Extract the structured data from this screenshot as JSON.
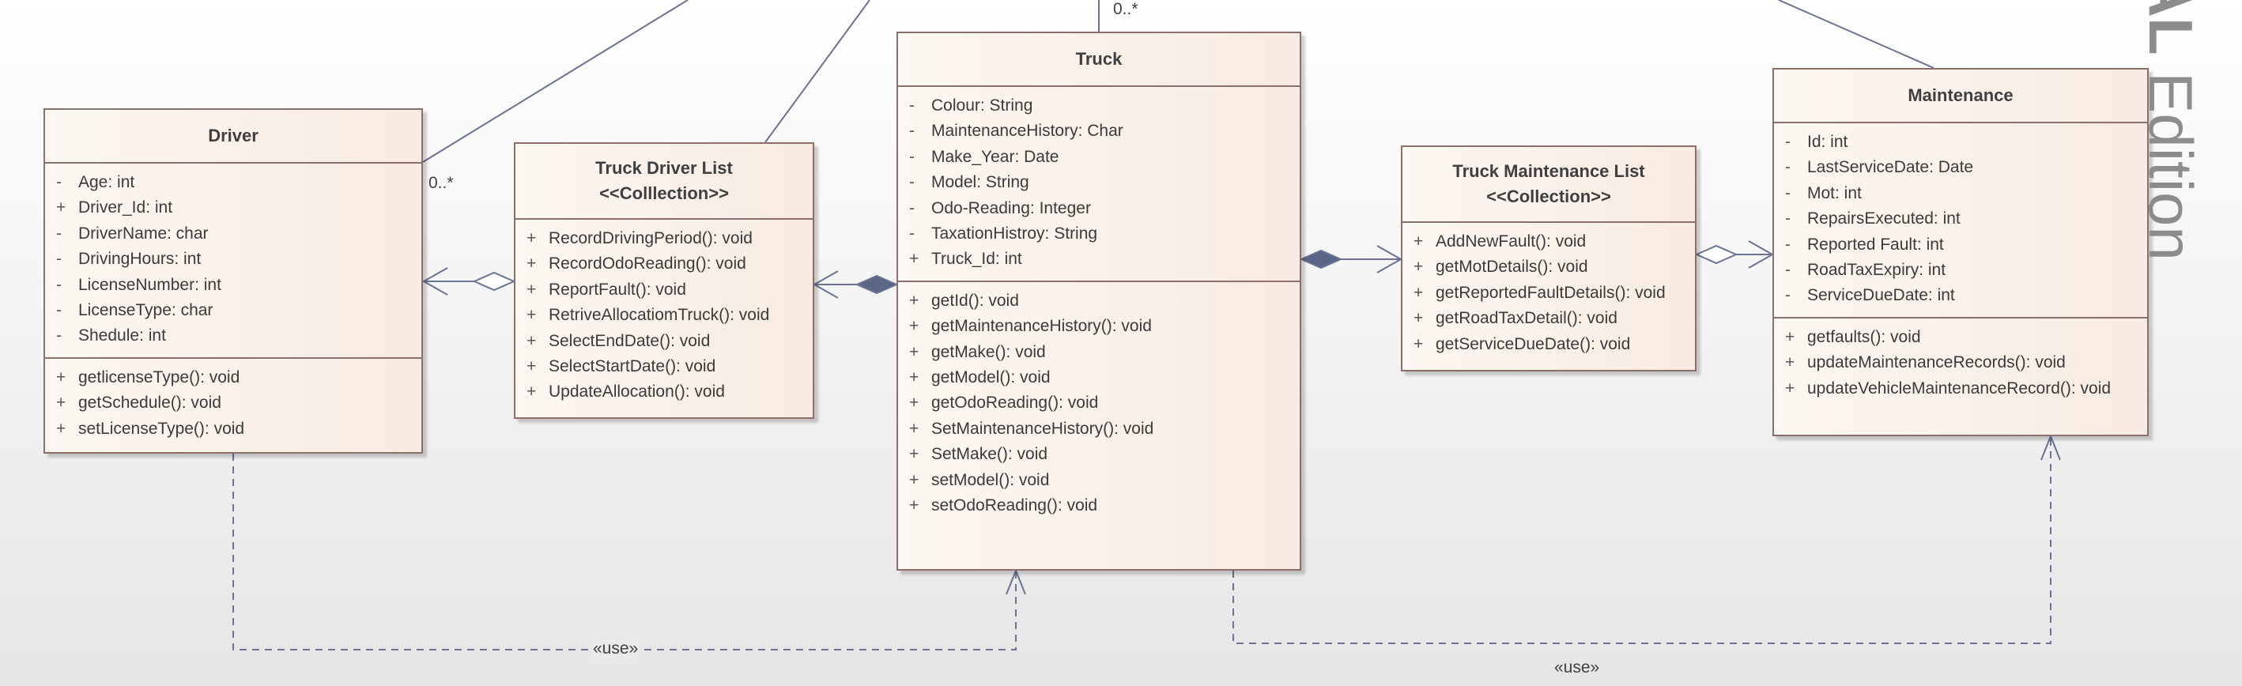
{
  "classes": {
    "driver": {
      "name": "Driver",
      "attributes": [
        {
          "v": "-",
          "t": "Age: int"
        },
        {
          "v": "+",
          "t": "Driver_Id: int"
        },
        {
          "v": "-",
          "t": "DriverName: char"
        },
        {
          "v": "-",
          "t": "DrivingHours: int"
        },
        {
          "v": "-",
          "t": "LicenseNumber: int"
        },
        {
          "v": "-",
          "t": "LicenseType: char"
        },
        {
          "v": "-",
          "t": "Shedule: int"
        }
      ],
      "operations": [
        {
          "v": "+",
          "t": "getlicenseType(): void"
        },
        {
          "v": "+",
          "t": "getSchedule(): void"
        },
        {
          "v": "+",
          "t": "setLicenseType(): void"
        }
      ]
    },
    "truck_driver_list": {
      "name": "Truck Driver List",
      "stereotype": "<<Colllection>>",
      "operations": [
        {
          "v": "+",
          "t": "RecordDrivingPeriod(): void"
        },
        {
          "v": "+",
          "t": "RecordOdoReading(): void"
        },
        {
          "v": "+",
          "t": "ReportFault(): void"
        },
        {
          "v": "+",
          "t": "RetriveAllocatiomTruck(): void"
        },
        {
          "v": "+",
          "t": "SelectEndDate(): void"
        },
        {
          "v": "+",
          "t": "SelectStartDate(): void"
        },
        {
          "v": "+",
          "t": "UpdateAllocation(): void"
        }
      ]
    },
    "truck": {
      "name": "Truck",
      "attributes": [
        {
          "v": "-",
          "t": "Colour: String"
        },
        {
          "v": "-",
          "t": "MaintenanceHistory: Char"
        },
        {
          "v": "-",
          "t": "Make_Year: Date"
        },
        {
          "v": "-",
          "t": "Model: String"
        },
        {
          "v": "-",
          "t": "Odo-Reading: Integer"
        },
        {
          "v": "-",
          "t": "TaxationHistroy: String"
        },
        {
          "v": "+",
          "t": "Truck_Id: int"
        }
      ],
      "operations": [
        {
          "v": "+",
          "t": "getId(): void"
        },
        {
          "v": "+",
          "t": "getMaintenanceHistory(): void"
        },
        {
          "v": "+",
          "t": "getMake(): void"
        },
        {
          "v": "+",
          "t": "getModel(): void"
        },
        {
          "v": "+",
          "t": "getOdoReading(): void"
        },
        {
          "v": "+",
          "t": "SetMaintenanceHistory(): void"
        },
        {
          "v": "+",
          "t": "SetMake(): void"
        },
        {
          "v": "+",
          "t": "setModel(): void"
        },
        {
          "v": "+",
          "t": "setOdoReading(): void"
        }
      ]
    },
    "truck_maintenance_list": {
      "name": "Truck Maintenance List",
      "stereotype": "<<Collection>>",
      "operations": [
        {
          "v": "+",
          "t": "AddNewFault(): void"
        },
        {
          "v": "+",
          "t": "getMotDetails(): void"
        },
        {
          "v": "+",
          "t": "getReportedFaultDetails(): void"
        },
        {
          "v": "+",
          "t": "getRoadTaxDetail(): void"
        },
        {
          "v": "+",
          "t": "getServiceDueDate(): void"
        }
      ]
    },
    "maintenance": {
      "name": "Maintenance",
      "attributes": [
        {
          "v": "-",
          "t": "Id: int"
        },
        {
          "v": "-",
          "t": "LastServiceDate: Date"
        },
        {
          "v": "-",
          "t": "Mot: int"
        },
        {
          "v": "-",
          "t": "RepairsExecuted: int"
        },
        {
          "v": "-",
          "t": "Reported Fault: int"
        },
        {
          "v": "-",
          "t": "RoadTaxExpiry: int"
        },
        {
          "v": "-",
          "t": "ServiceDueDate: int"
        }
      ],
      "operations": [
        {
          "v": "+",
          "t": "getfaults(): void"
        },
        {
          "v": "+",
          "t": "updateMaintenanceRecords(): void"
        },
        {
          "v": "+",
          "t": "updateVehicleMaintenanceRecord(): void"
        }
      ]
    }
  },
  "labels": {
    "mult_truck_top": "0..*",
    "mult_driver": "0..*",
    "use_left": "«use»",
    "use_right": "«use»"
  },
  "watermark": {
    "bold": "TRIAL",
    "rest": " Edition"
  },
  "colors": {
    "line": "#6b7292",
    "border": "#8b6f6a",
    "diamond": "#5b6585"
  }
}
